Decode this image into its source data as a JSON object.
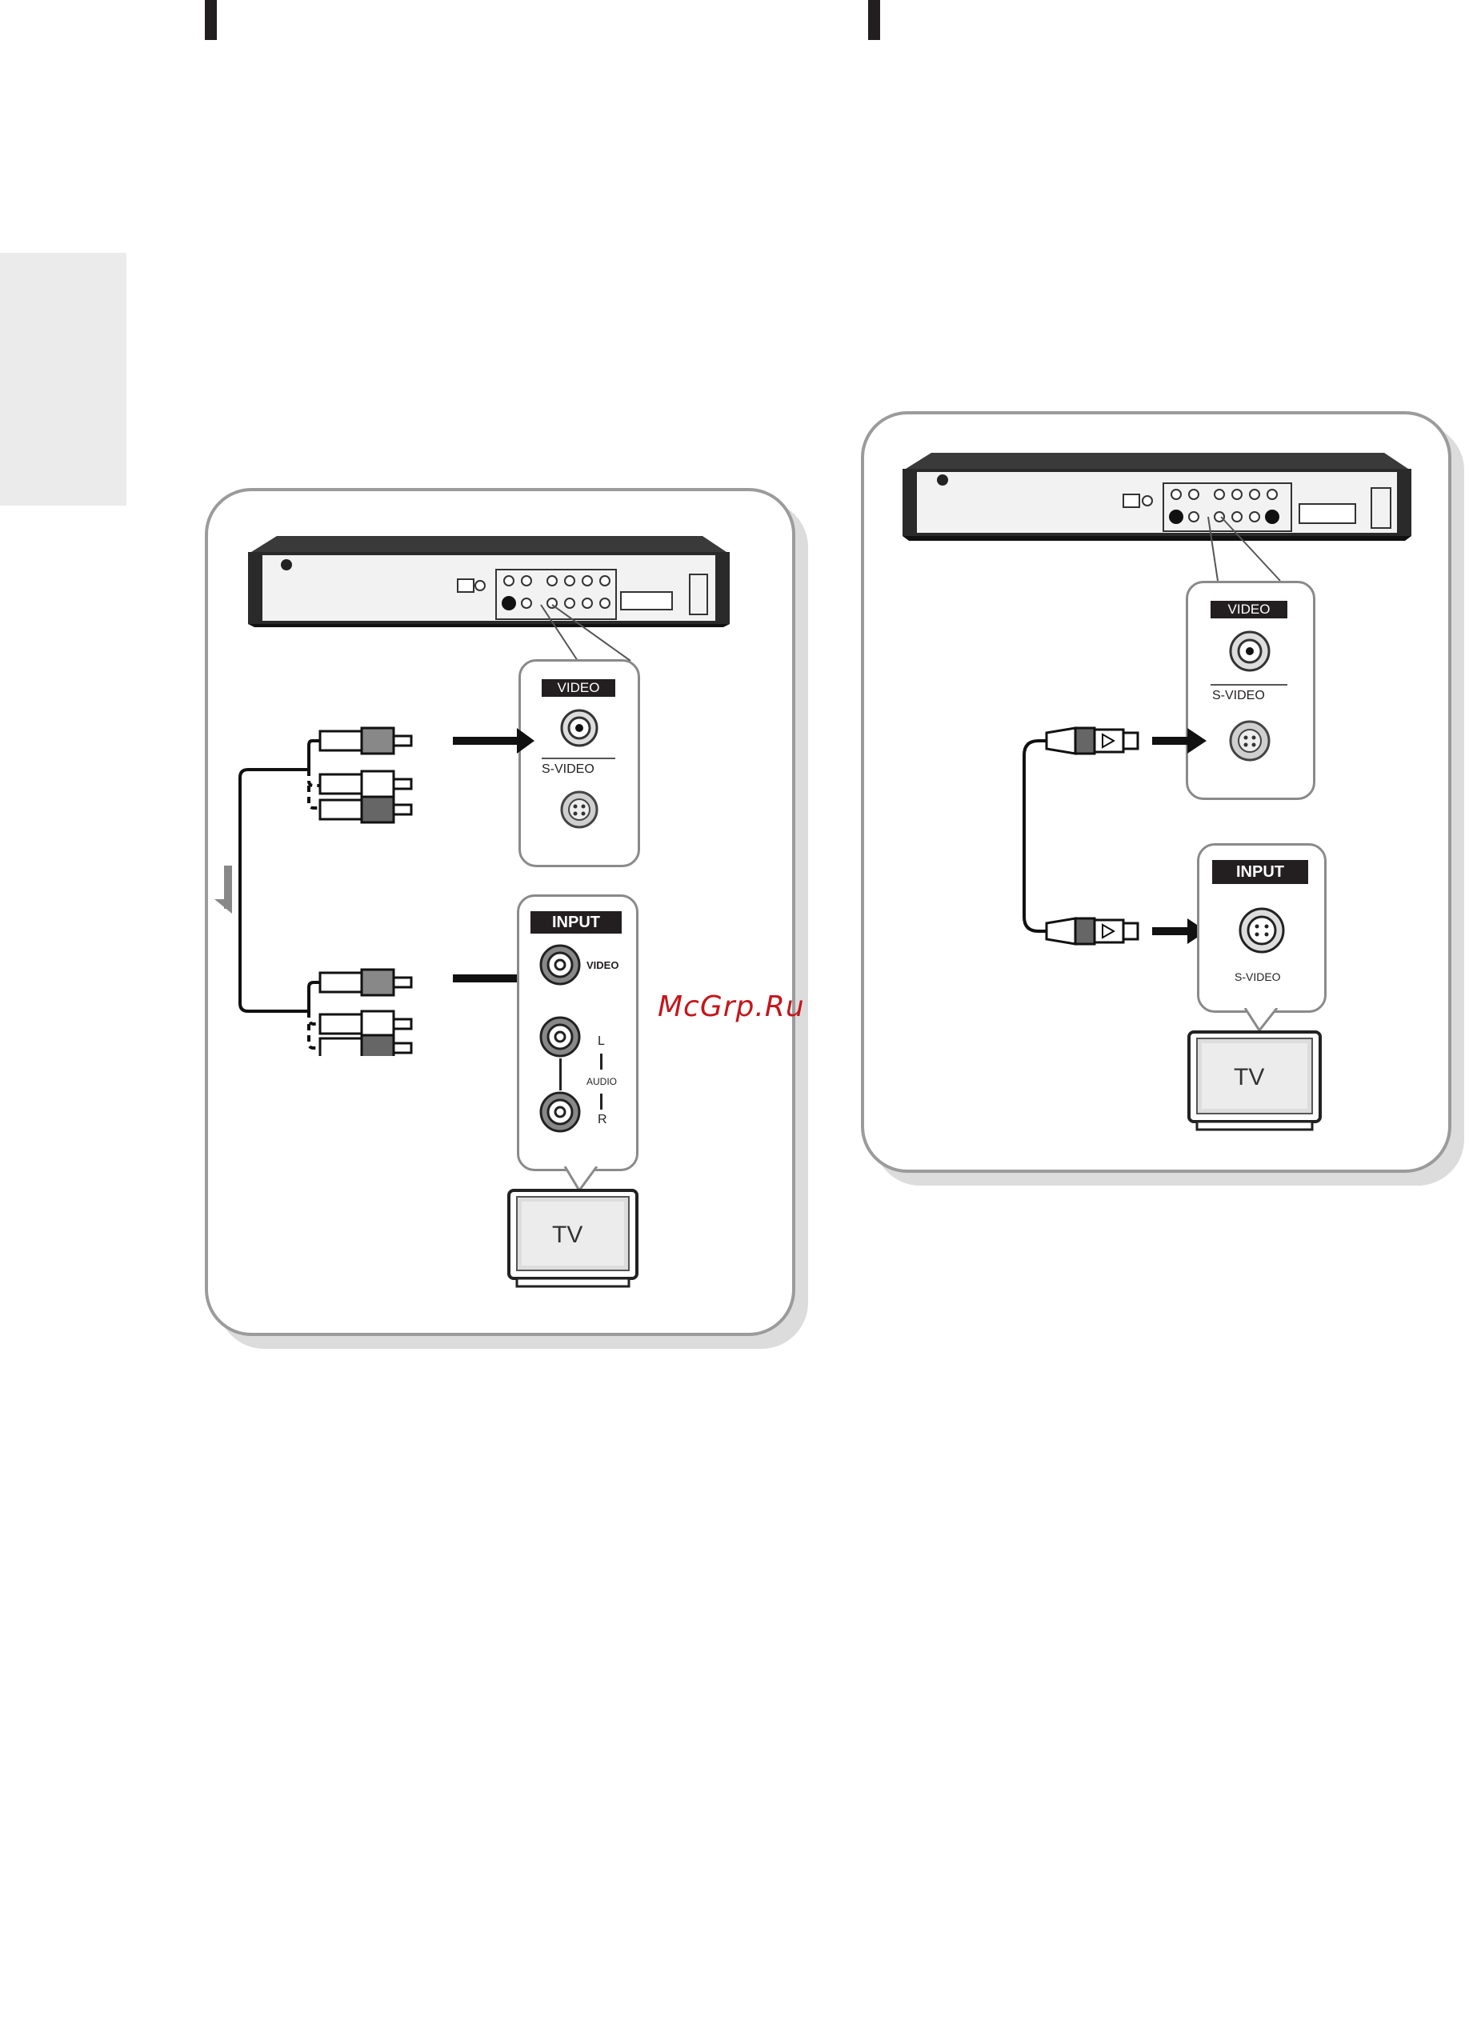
{
  "watermark": "McGrp.Ru",
  "left_panel": {
    "video_card": {
      "video_label": "VIDEO",
      "svideo_label": "S-VIDEO"
    },
    "input_card": {
      "input_label": "INPUT",
      "video_label": "VIDEO",
      "audio_l_label": "L",
      "audio_label": "AUDIO",
      "audio_r_label": "R"
    },
    "tv_label": "TV"
  },
  "right_panel": {
    "video_card": {
      "video_label": "VIDEO",
      "svideo_label": "S-VIDEO"
    },
    "input_card": {
      "input_label": "INPUT",
      "svideo_label": "S-VIDEO"
    },
    "tv_label": "TV"
  },
  "colors": {
    "ink": "#231f20",
    "panel_border": "#9b9b9b",
    "side_tab": "#ebebeb",
    "watermark": "#c4161c"
  }
}
